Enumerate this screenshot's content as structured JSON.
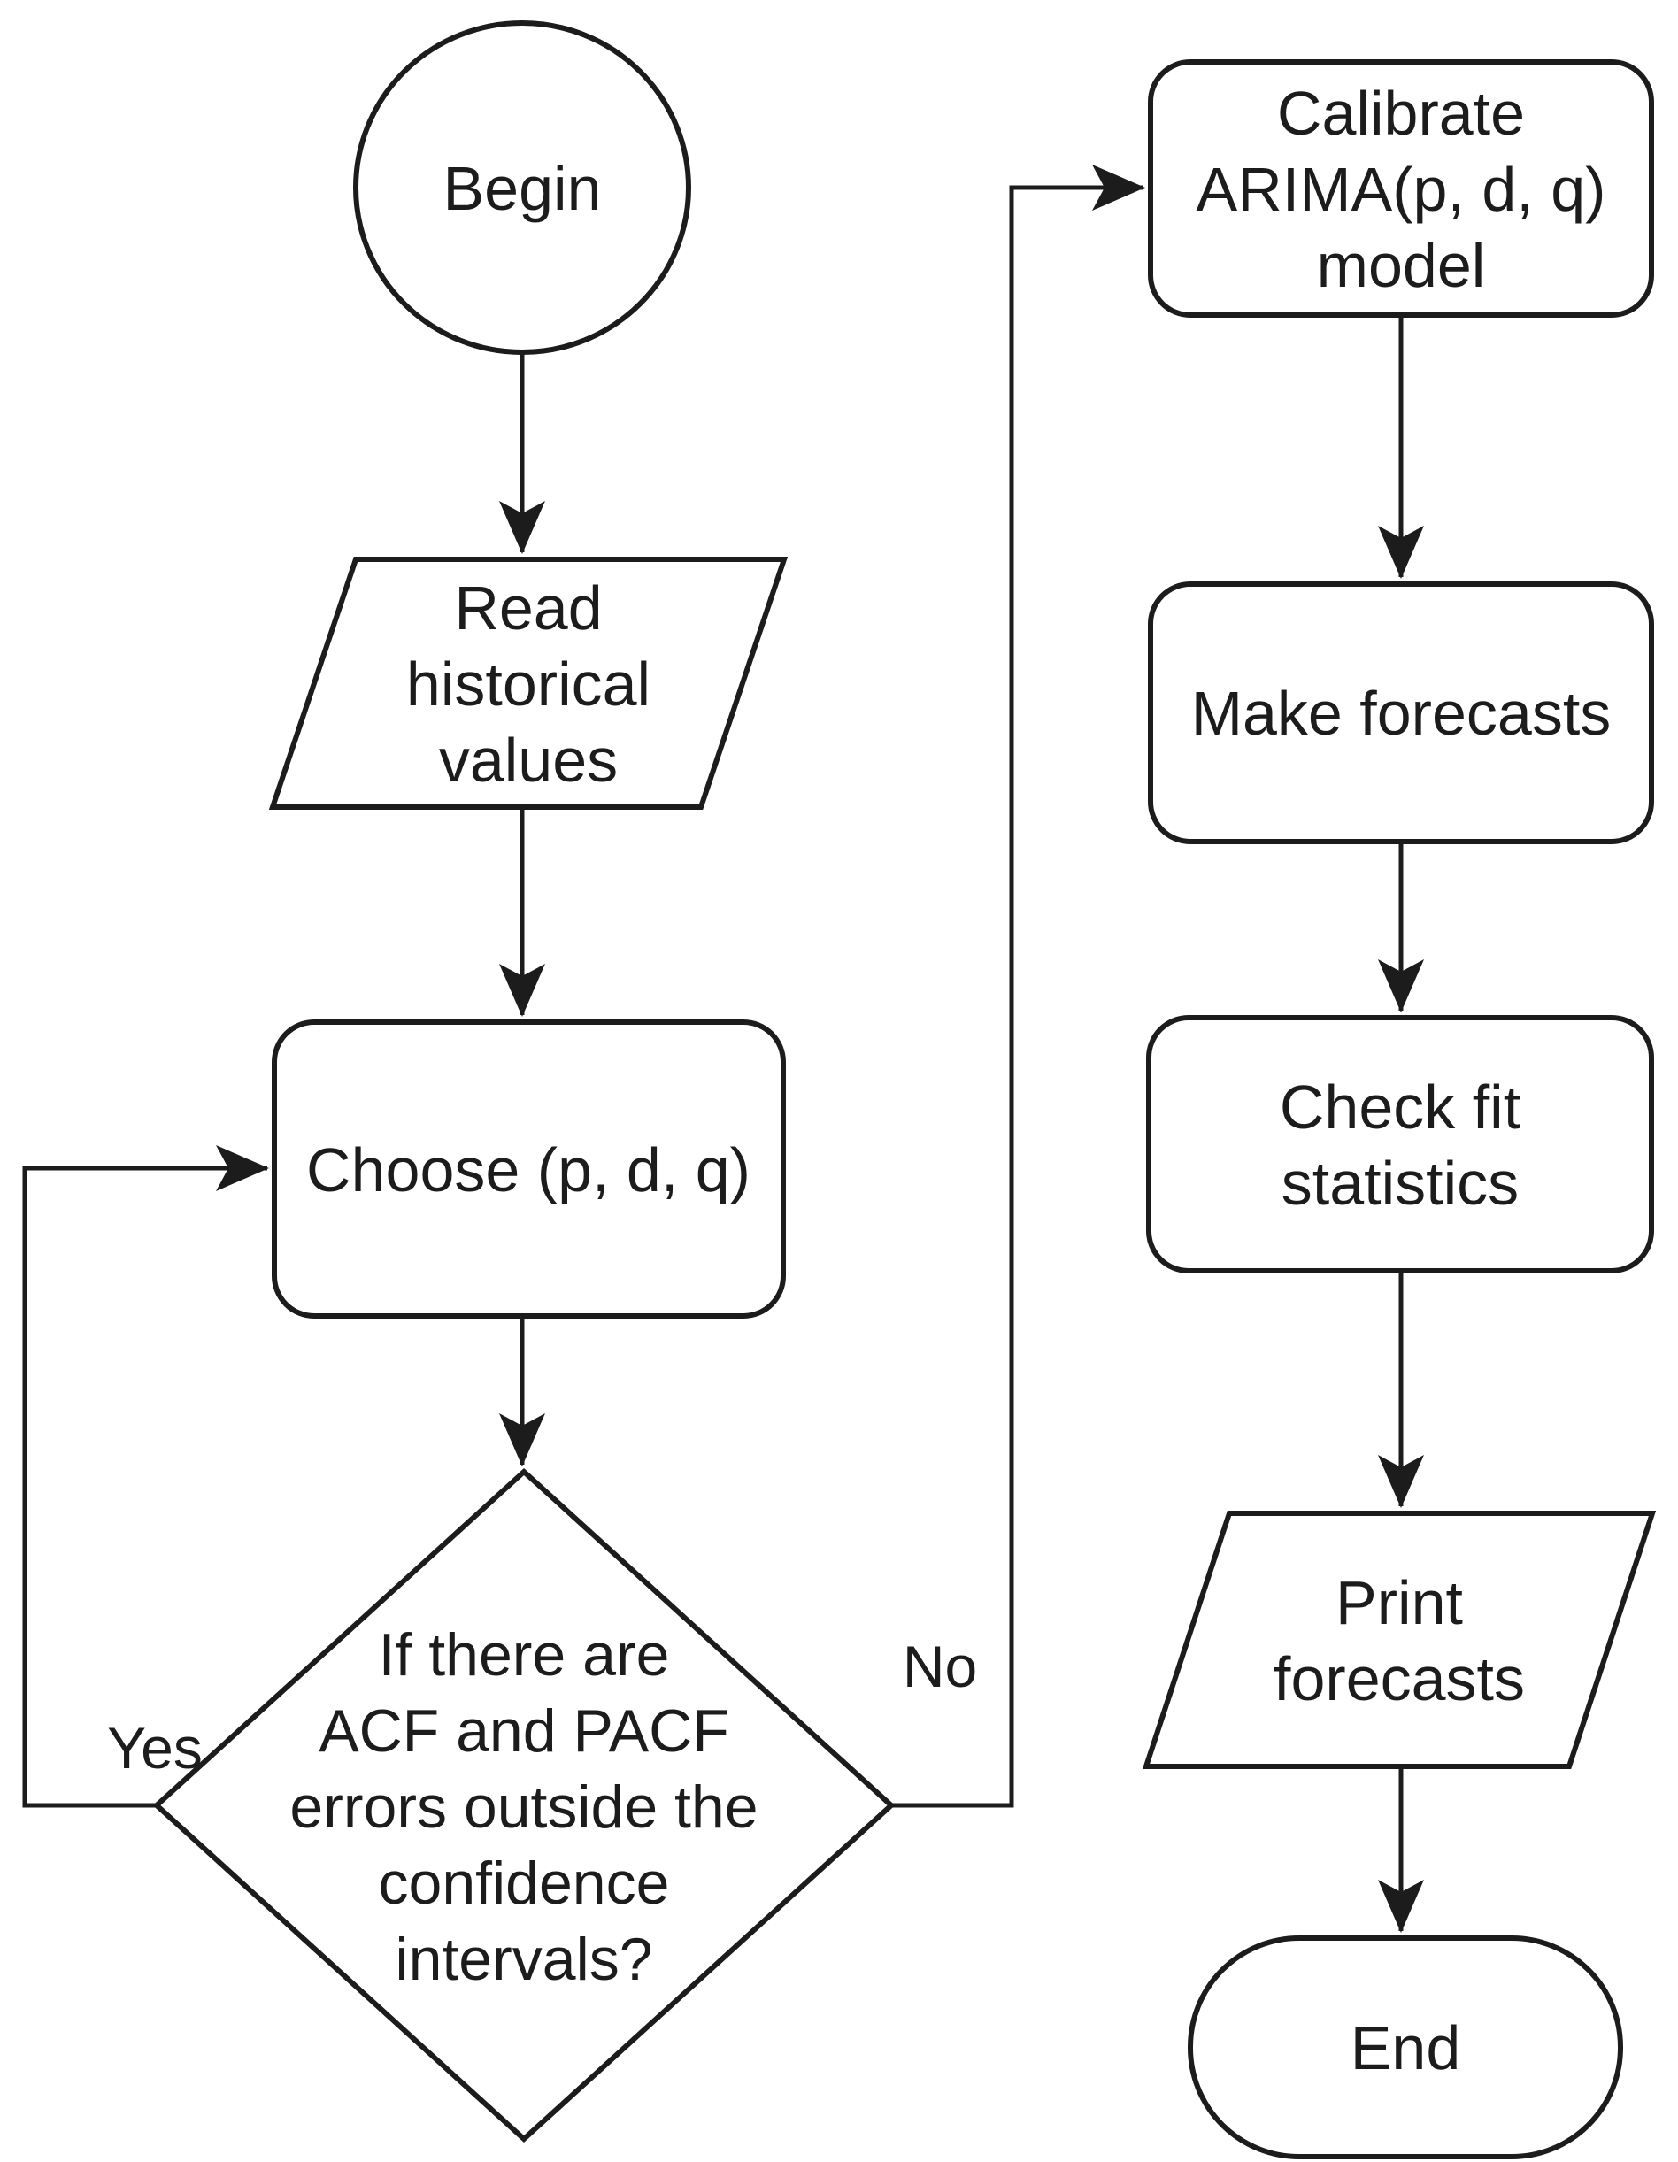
{
  "nodes": {
    "begin": {
      "label": "Begin"
    },
    "read_values": {
      "lines": [
        "Read",
        "historical",
        "values"
      ]
    },
    "choose_pdq": {
      "label": "Choose (p, d, q)"
    },
    "acf_decision": {
      "lines": [
        "If there are",
        "ACF and PACF",
        "errors outside the",
        "confidence",
        "intervals?"
      ]
    },
    "calibrate": {
      "lines": [
        "Calibrate",
        "ARIMA(p, d, q)",
        "model"
      ]
    },
    "make_forecasts": {
      "label": "Make forecasts"
    },
    "check_fit": {
      "lines": [
        "Check fit",
        "statistics"
      ]
    },
    "print_forecasts": {
      "lines": [
        "Print",
        "forecasts"
      ]
    },
    "end": {
      "label": "End"
    }
  },
  "edge_labels": {
    "yes": "Yes",
    "no": "No"
  },
  "colors": {
    "stroke": "#1c1c1c",
    "fill": "#ffffff",
    "text": "#1c1c1c"
  }
}
